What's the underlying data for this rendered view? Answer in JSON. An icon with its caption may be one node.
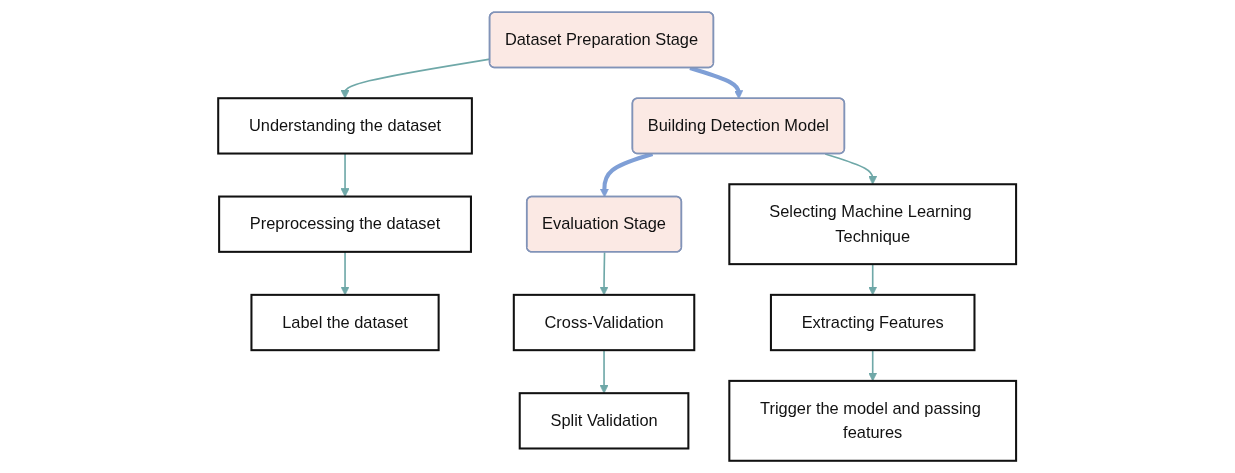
{
  "diagram": {
    "nodes": [
      {
        "text": [
          "Dataset Preparation Stage"
        ]
      },
      {
        "text": [
          "Building Detection Model"
        ]
      },
      {
        "text": [
          "Evaluation Stage"
        ]
      },
      {
        "text": [
          "Understanding the dataset"
        ]
      },
      {
        "text": [
          "Preprocessing the dataset"
        ]
      },
      {
        "text": [
          "Label the dataset"
        ]
      },
      {
        "text": [
          "Selecting Machine Learning Technique"
        ]
      },
      {
        "text": [
          "Extracting Features"
        ]
      },
      {
        "text": [
          "Trigger the model and passing features"
        ]
      },
      {
        "text": [
          "Cross-Validation"
        ]
      },
      {
        "text": [
          "Split Validation"
        ]
      }
    ],
    "edges": [
      {
        "from": 0,
        "to": 1,
        "arrow": "to",
        "style": "thick",
        "color": "#7f9fd6"
      },
      {
        "from": 1,
        "to": 2,
        "arrow": "to",
        "style": "thick",
        "color": "#7f9fd6"
      },
      {
        "from": 0,
        "to": 3,
        "arrow": "to"
      },
      {
        "from": 3,
        "to": 4,
        "arrow": "to"
      },
      {
        "from": 4,
        "to": 5,
        "arrow": "to"
      },
      {
        "from": 1,
        "to": 6,
        "arrow": "to"
      },
      {
        "from": 6,
        "to": 7,
        "arrow": "to"
      },
      {
        "from": 7,
        "to": 8,
        "arrow": "to"
      },
      {
        "from": 2,
        "to": 9,
        "arrow": "to"
      },
      {
        "from": 9,
        "to": 10,
        "arrow": "to"
      }
    ]
  }
}
